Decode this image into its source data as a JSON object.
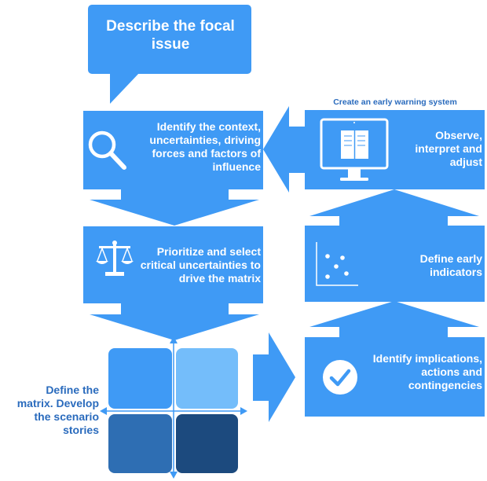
{
  "colors": {
    "primary": "#3f9af5",
    "light": "#74bdfa",
    "medium": "#2e6eb3",
    "dark": "#1c4a7e",
    "title_text": "#2a6bbd",
    "white": "#ffffff"
  },
  "icons": {
    "magnifier": "magnifier-icon",
    "scales": "scales-icon",
    "checkmark": "checkmark-icon",
    "monitor": "monitor-book-icon",
    "scatter": "scatter-plot-icon"
  },
  "steps": {
    "focal_issue": "Describe the focal issue",
    "identify_context": "Identify the context, uncertainties, driving forces and factors of influence",
    "prioritize": "Prioritize and select critical uncertainties to drive the matrix",
    "define_matrix": "Define the matrix. Develop the scenario stories",
    "identify_implications": "Identify implications, actions and contingencies",
    "define_indicators": "Define early indicators",
    "observe": "Observe, interpret and adjust"
  },
  "header": {
    "early_warning": "Create an early warning system"
  }
}
